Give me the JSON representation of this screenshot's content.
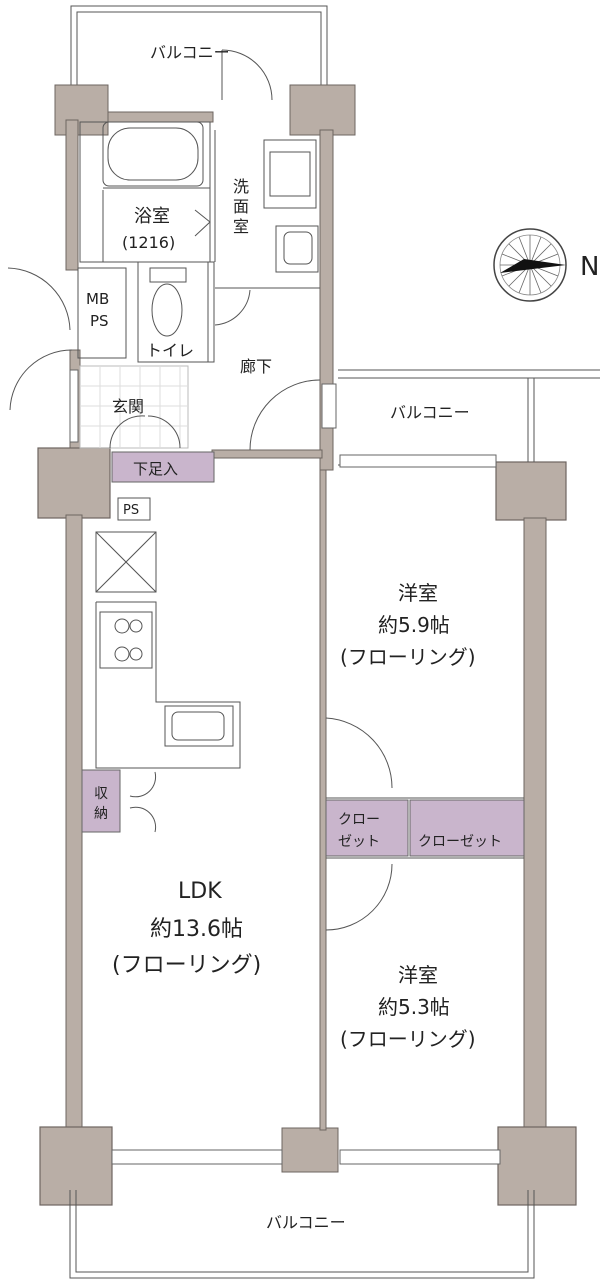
{
  "rooms": {
    "balcony_top": "バルコニー",
    "bath": "浴室",
    "bath_size": "(1216)",
    "washroom": "洗\n面\n室",
    "mbps_1": "MB",
    "mbps_2": "PS",
    "toilet": "トイレ",
    "hallway": "廊下",
    "entrance": "玄関",
    "balcony_mid": "バルコニー",
    "shoe_storage": "下足入",
    "ps": "PS",
    "western1_name": "洋室",
    "western1_size": "約5.9帖",
    "western1_floor": "(フローリング)",
    "storage_1": "収",
    "storage_2": "納",
    "closet_left_1": "クロー",
    "closet_left_2": "ゼット",
    "closet_right": "クローゼット",
    "ldk_name": "LDK",
    "ldk_size": "約13.6帖",
    "ldk_floor": "(フローリング)",
    "western2_name": "洋室",
    "western2_size": "約5.3帖",
    "western2_floor": "(フローリング)",
    "balcony_bottom": "バルコニー"
  },
  "compass": {
    "north_label": "N"
  }
}
